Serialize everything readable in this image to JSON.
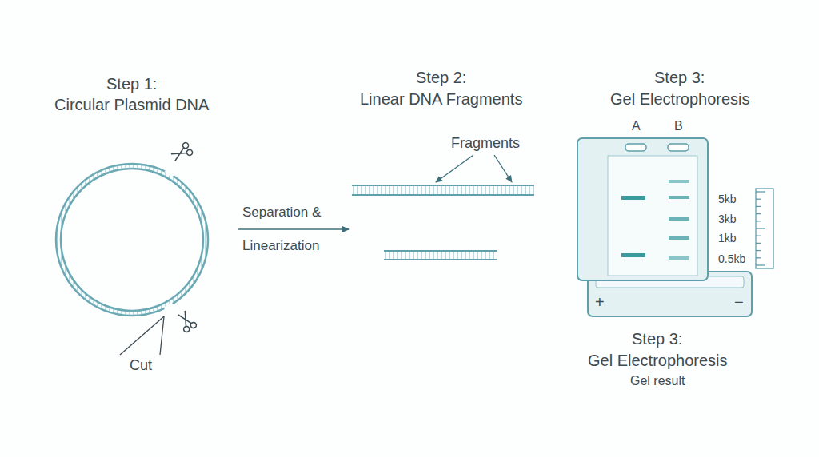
{
  "diagram": {
    "labels": [
      "Step 1:",
      "Circular Plasmid DNA",
      "Step 2:",
      "Linear DNA Fragments",
      "Step 3:",
      "Gel Electrophoresis",
      "Fragments",
      "Separation & Linearization",
      "A",
      "B",
      "5kb",
      "3kb",
      "1kb",
      "0.5kb",
      "Cut",
      "+",
      "−",
      "Step 3:",
      "Gel Electrophoresis",
      "Gel result"
    ]
  }
}
